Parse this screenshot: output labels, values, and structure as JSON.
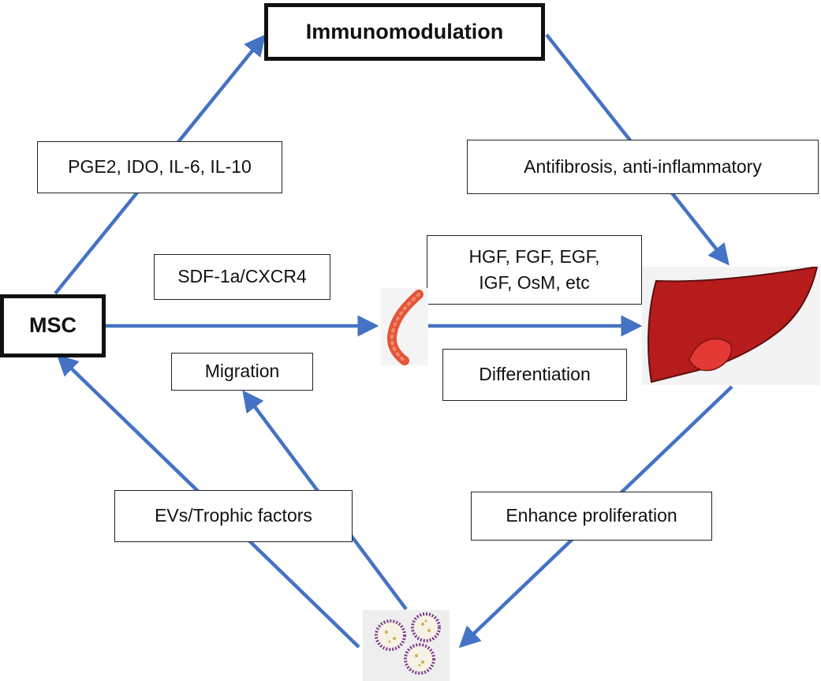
{
  "diagram": {
    "nodes": {
      "immunomodulation": "Immunomodulation",
      "msc": "MSC",
      "pge2": "PGE2, IDO, IL-6, IL-10",
      "antifibrosis": "Antifibrosis, anti-inflammatory",
      "sdf": "SDF-1a/CXCR4",
      "growth_factors_line1": "HGF, FGF, EGF,",
      "growth_factors_line2": "IGF, OsM, etc",
      "migration": "Migration",
      "differentiation": "Differentiation",
      "evs": "EVs/Trophic factors",
      "enhance": "Enhance proliferation"
    },
    "images": {
      "blood_vessel": "blood-vessel-icon",
      "liver": "liver-icon",
      "extracellular_vesicles": "extracellular-vesicles-icon"
    },
    "colors": {
      "arrow": "#4472C4",
      "liver": "#B71C1C",
      "liver_lobe": "#E53935",
      "vessel": "#E4553A",
      "vesicle_membrane": "#7A3D8C"
    }
  }
}
